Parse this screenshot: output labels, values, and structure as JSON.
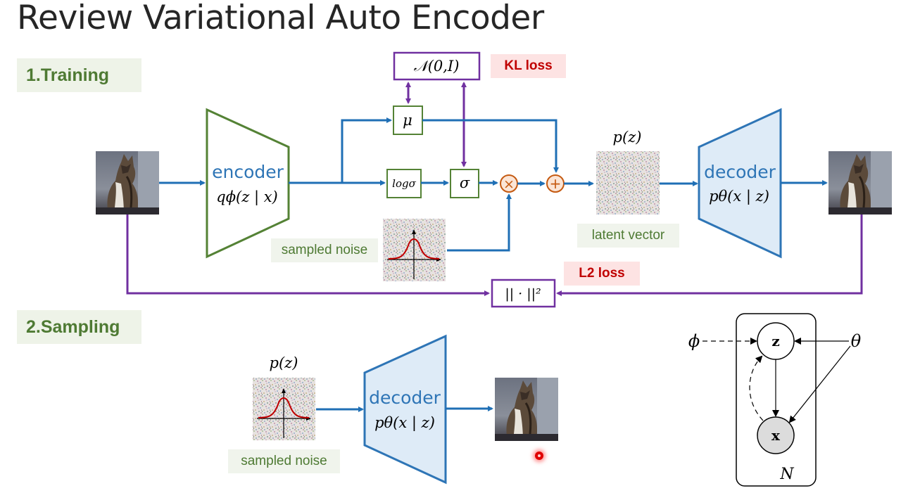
{
  "title": "Review Variational Auto Encoder",
  "sections": {
    "training": "1.Training",
    "sampling": "2.Sampling"
  },
  "training": {
    "prior_box": "𝒩(0,I)",
    "kl_loss": "KL loss",
    "mu": "μ",
    "log_sigma": "logσ",
    "sigma": "σ",
    "times_op": "×",
    "plus_op": "+",
    "encoder_label": "encoder",
    "encoder_formula": "qϕ(z | x)",
    "decoder_label": "decoder",
    "decoder_formula": "pθ(x | z)",
    "pz_label": "p(z)",
    "latent_vector": "latent vector",
    "sampled_noise": "sampled noise",
    "l2_loss": "L2 loss",
    "norm_box": "|| · ||²"
  },
  "sampling": {
    "pz_label": "p(z)",
    "decoder_label": "decoder",
    "decoder_formula": "pθ(x | z)",
    "sampled_noise": "sampled noise"
  },
  "graphical_model": {
    "phi": "ϕ",
    "theta": "θ",
    "z": "z",
    "x": "x",
    "plate": "N"
  },
  "colors": {
    "encoder_stroke": "#548235",
    "decoder_fill": "#deebf7",
    "decoder_stroke": "#2e75b6",
    "arrow_blue": "#1f6fb5",
    "arrow_purple": "#7030a0",
    "op_circle_fill": "#fbe5d6",
    "op_circle_stroke": "#c55a11"
  }
}
